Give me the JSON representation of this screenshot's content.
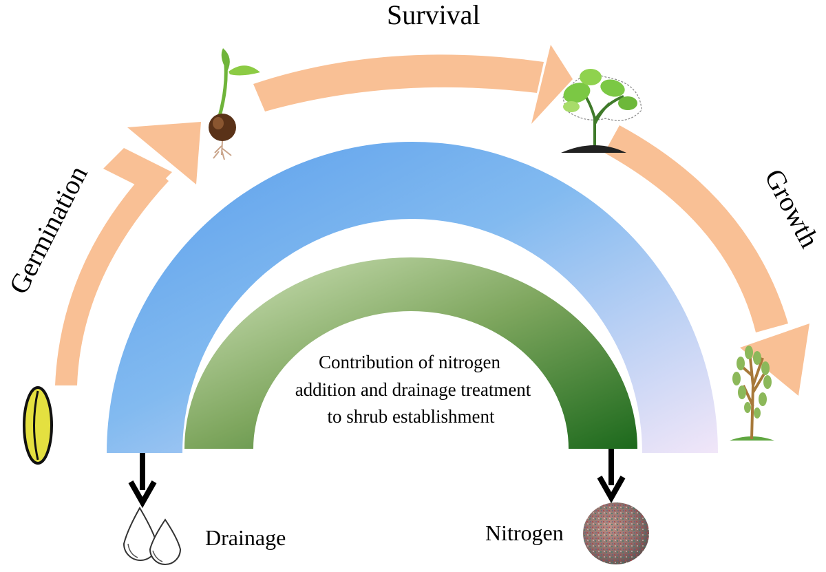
{
  "stages": {
    "germination": "Germination",
    "survival": "Survival",
    "growth": "Growth"
  },
  "center": {
    "line1": "Contribution of nitrogen",
    "line2": "addition and drainage treatment",
    "line3": "to shrub establishment"
  },
  "factors": {
    "drainage": "Drainage",
    "nitrogen": "Nitrogen"
  },
  "colors": {
    "arrow": "#F9C095",
    "blue_arc_start": "#5A9EEB",
    "blue_arc_end": "#EFE6F7",
    "green_arc_start": "#C8DDB0",
    "green_arc_end": "#1F6E1F"
  },
  "icons": [
    "seed-icon",
    "sprout-icon",
    "seedling-icon",
    "shrub-icon",
    "water-drops-icon",
    "nitrogen-granule-icon"
  ]
}
